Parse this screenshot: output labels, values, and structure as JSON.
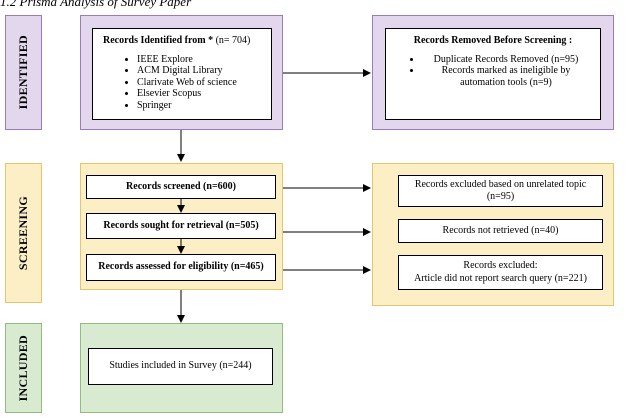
{
  "caption": "1.2 Prisma Analysis of Survey Paper",
  "colors": {
    "identified_fill": "#e3d7ee",
    "identified_border": "#9c7cb8",
    "screening_fill": "#fcefc6",
    "screening_border": "#e7c56a",
    "included_fill": "#d8ead0",
    "included_border": "#8fbf7f"
  },
  "stages": {
    "identified": "IDENTIFIED",
    "screening": "SCREENING",
    "included": "INCLUDED"
  },
  "identification": {
    "records_title": "Records Identified from *",
    "records_count": "(n= 704)",
    "sources": [
      "IEEE Explore",
      "ACM Digital Library",
      "Clarivate Web of science",
      "Elsevier Scopus",
      "Springer"
    ],
    "removed_title": "Records Removed Before Screening :",
    "removed_items": [
      "Duplicate Records Removed (n=95)",
      "Records marked as ineligible by automation tools (n=9)"
    ]
  },
  "screening": {
    "screened": "Records screened (n=600)",
    "sought": "Records sought for retrieval (n=505)",
    "assessed": "Records assessed for eligibility (n=465)",
    "excluded_topic": "Records excluded based on unrelated topic (n=95)",
    "not_retrieved": "Records not retrieved (n=40)",
    "excluded_line1": "Records excluded:",
    "excluded_line2": "Article did not report search query (n=221)"
  },
  "included": {
    "studies": "Studies included in Survey (n=244)"
  }
}
